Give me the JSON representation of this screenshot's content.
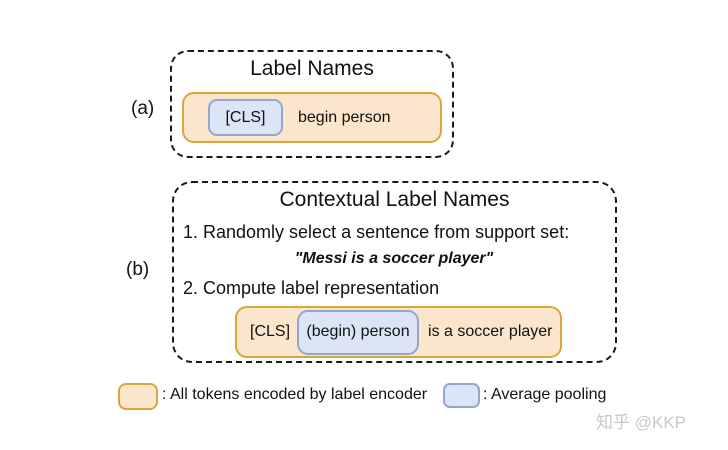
{
  "colors": {
    "orange_fill": "#FBE5CC",
    "orange_border": "#D9A63C",
    "blue_fill": "#DBE5F6",
    "blue_border": "#94A6C9",
    "dashed_border": "#1A1A1A",
    "watermark_gray": "#C6C8CC"
  },
  "panel_a": {
    "label": "(a)",
    "title": "Label Names",
    "cls_token": "[CLS]",
    "label_name_text": "begin person"
  },
  "panel_b": {
    "label": "(b)",
    "title": "Contextual Label Names",
    "step1": "1. Randomly select a sentence from support set:",
    "quote": "\"Messi is a soccer player\"",
    "step2": "2. Compute label representation",
    "cls_token": "[CLS]",
    "pooled_span": "(begin) person",
    "context_text": "is a soccer player"
  },
  "legend": {
    "orange_label": ": All tokens encoded by label encoder",
    "blue_label": ": Average pooling"
  },
  "watermark": "知乎 @KKP"
}
